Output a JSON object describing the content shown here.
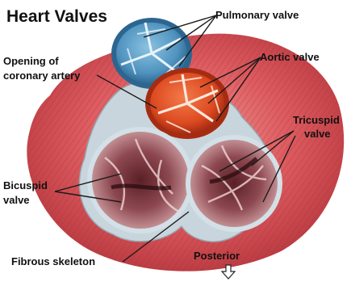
{
  "title": "Heart Valves",
  "labels": {
    "pulmonary": "Pulmonary valve",
    "opening_line1": "Opening of",
    "opening_line2": "coronary artery",
    "aortic": "Aortic valve",
    "tricuspid_line1": "Tricuspid",
    "tricuspid_line2": "valve",
    "bicuspid_line1": "Bicuspid",
    "bicuspid_line2": "valve",
    "fibrous": "Fibrous skeleton",
    "posterior": "Posterior"
  },
  "icons": {
    "posterior_arrow": "down-arrow-icon"
  },
  "colors": {
    "muscle": "#d9545a",
    "muscle_light": "#ec9a9c",
    "muscle_dark": "#9d2a31",
    "pulmonary_valve": "#4f93be",
    "aortic_valve": "#dd4a21",
    "atrioventricular_valve": "#7d3d44",
    "fibrous_skeleton": "#c9d5dc"
  }
}
